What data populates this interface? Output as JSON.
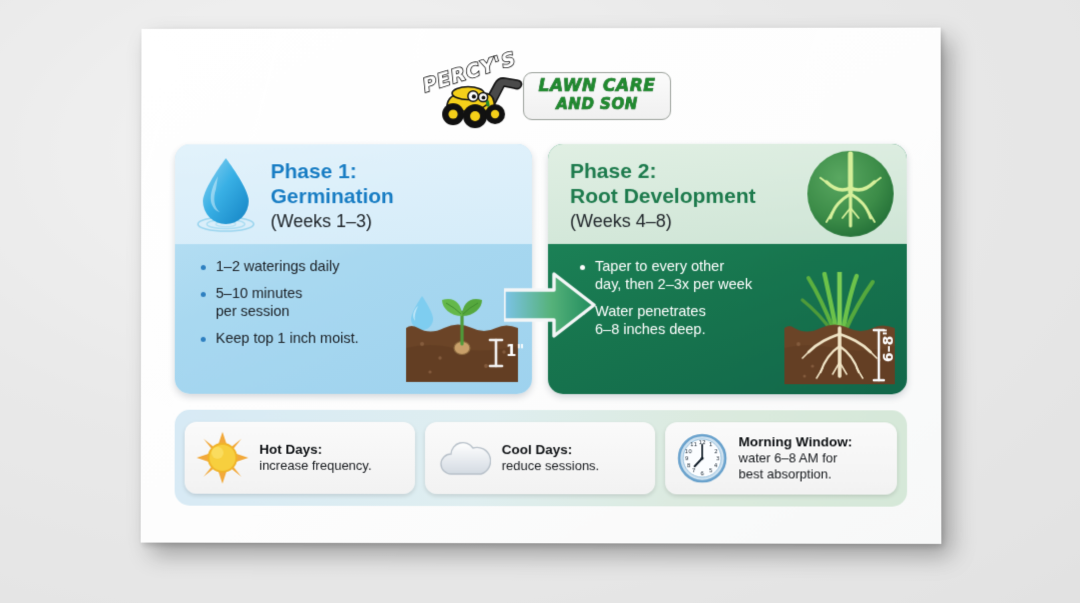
{
  "logo": {
    "brand_top": "PERCY'S",
    "plate_line1": "LAWN CARE",
    "plate_line2": "AND SON",
    "mower_icon": "lawn-mower-icon",
    "green": "#1f8a2e"
  },
  "phases": [
    {
      "title": "Phase 1:\nGermination",
      "weeks": "(Weeks 1–3)",
      "icon": "water-droplet-icon",
      "accent": "#1a7ec4",
      "bullets": [
        "1–2 waterings daily",
        "5–10 minutes\nper session",
        "Keep top 1 inch moist."
      ],
      "illustration": {
        "name": "seedling-in-soil-illustration",
        "depth_label": "1\""
      }
    },
    {
      "title": "Phase 2:\nRoot Development",
      "weeks": "(Weeks 4–8)",
      "icon": "root-badge-icon",
      "accent": "#1c7a4c",
      "bullets": [
        "Taper to every other\nday, then 2–3x per week",
        "Water penetrates\n6–8 inches deep."
      ],
      "illustration": {
        "name": "grass-roots-in-soil-illustration",
        "depth_label": "6–8\""
      }
    }
  ],
  "connector": {
    "name": "phase-transition-arrow",
    "from_color": "#7cc3e8",
    "to_color": "#1f8b5d"
  },
  "tips": [
    {
      "icon": "sun-icon",
      "title": "Hot Days:",
      "text": "increase frequency."
    },
    {
      "icon": "cloud-icon",
      "title": "Cool Days:",
      "text": "reduce sessions."
    },
    {
      "icon": "clock-icon",
      "title": "Morning Window:",
      "text": "water 6–8 AM for\nbest absorption."
    }
  ]
}
